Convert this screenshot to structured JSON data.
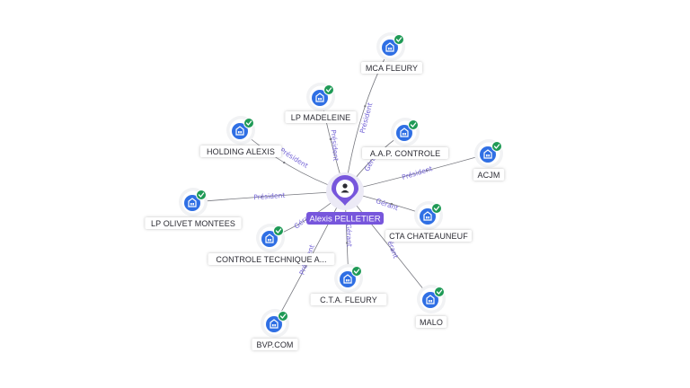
{
  "person": {
    "name": "Alexis PELLETIER",
    "icon": "person-pin-icon",
    "color": "#7756dc"
  },
  "colors": {
    "company_icon": "#2f6fe4",
    "check_badge": "#1f9a56",
    "relation_label": "#7262d6",
    "edge": "#77787f"
  },
  "companies": [
    {
      "id": "mca-fleury",
      "name": "MCA FLEURY",
      "icon": "building-icon",
      "badge": "check-icon",
      "relation": "Président"
    },
    {
      "id": "lp-madeleine",
      "name": "LP MADELEINE",
      "icon": "building-icon",
      "badge": "check-icon",
      "relation": "Président"
    },
    {
      "id": "aap-controle",
      "name": "A.A.P. CONTROLE",
      "icon": "building-icon",
      "badge": "check-icon",
      "relation": "Gérant"
    },
    {
      "id": "holding-alexis",
      "name": "HOLDING ALEXIS",
      "icon": "building-icon",
      "badge": "check-icon",
      "relation": "Président"
    },
    {
      "id": "acjm",
      "name": "ACJM",
      "icon": "building-icon",
      "badge": "check-icon",
      "relation": "Président"
    },
    {
      "id": "lp-olivet-montees",
      "name": "LP OLIVET MONTEES",
      "icon": "building-icon",
      "badge": "check-icon",
      "relation": "Président"
    },
    {
      "id": "cta-chateauneuf",
      "name": "CTA CHATEAUNEUF",
      "icon": "building-icon",
      "badge": "check-icon",
      "relation": "Gérant"
    },
    {
      "id": "controle-technique",
      "name": "CONTROLE TECHNIQUE A...",
      "icon": "building-icon",
      "badge": "check-icon",
      "relation": "Gérant"
    },
    {
      "id": "cta-fleury",
      "name": "C.T.A. FLEURY",
      "icon": "building-icon",
      "badge": "check-icon",
      "relation": "Gérant"
    },
    {
      "id": "malo",
      "name": "MALO",
      "icon": "building-icon",
      "badge": "check-icon",
      "relation": "Gérant"
    },
    {
      "id": "bvp-com",
      "name": "BVP.COM",
      "icon": "building-icon",
      "badge": "check-icon",
      "relation": "Président"
    }
  ]
}
